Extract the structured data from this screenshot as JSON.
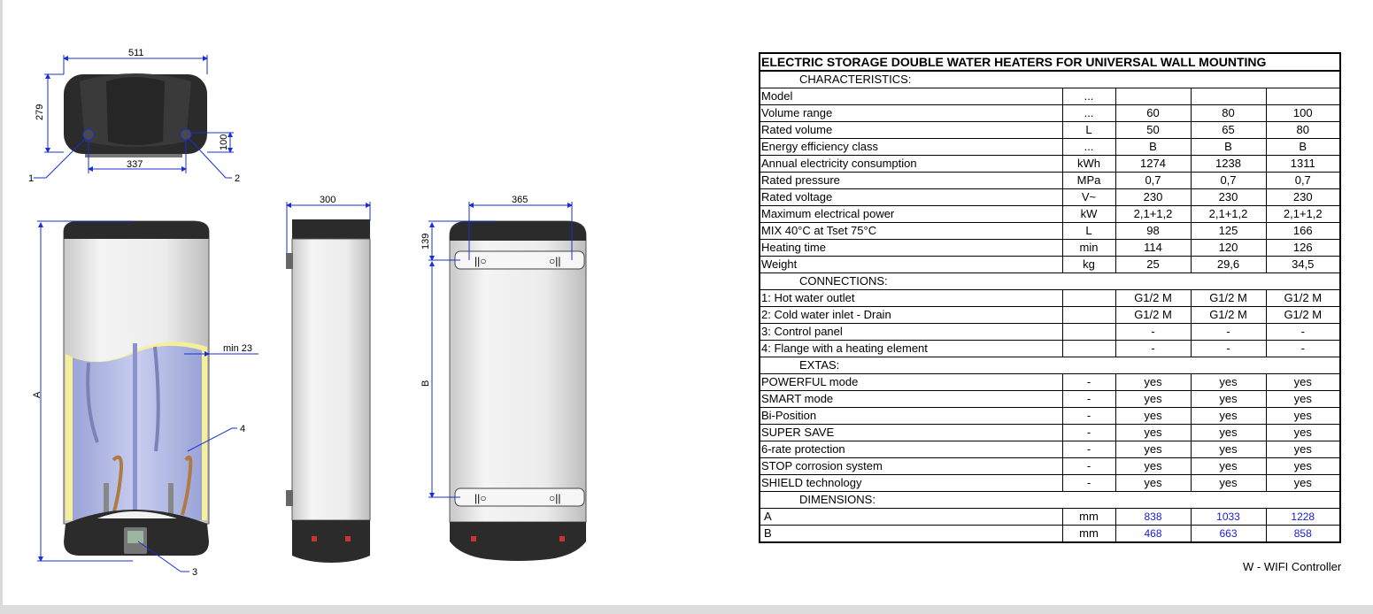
{
  "drawing": {
    "labels": {
      "top_width": "511",
      "top_height": "279",
      "top_connections_spacing": "337",
      "top_connection_height": "100",
      "front_height": "A",
      "side_width": "300",
      "back_width": "365",
      "back_top_offset": "139",
      "back_mount_spacing": "B",
      "min_gap": "min  23",
      "callout_1": "1",
      "callout_2": "2",
      "callout_3": "3",
      "callout_4": "4"
    }
  },
  "table": {
    "title": "ELECTRIC STORAGE DOUBLE WATER HEATERS FOR UNIVERSAL WALL MOUNTING",
    "sections": {
      "characteristics": "CHARACTERISTICS:",
      "connections": "CONNECTIONS:",
      "extras": "EXTAS:",
      "dimensions": "DIMENSIONS:"
    },
    "characteristics_rows": [
      {
        "name": "Model",
        "unit": "...",
        "v1": "",
        "v2": "",
        "v3": ""
      },
      {
        "name": "Volume range",
        "unit": "...",
        "v1": "60",
        "v2": "80",
        "v3": "100"
      },
      {
        "name": "Rated volume",
        "unit": "L",
        "v1": "50",
        "v2": "65",
        "v3": "80"
      },
      {
        "name": "Energy efficiency class",
        "unit": "...",
        "v1": "B",
        "v2": "B",
        "v3": "B"
      },
      {
        "name": "Annual electricity consumption",
        "unit": "kWh",
        "v1": "1274",
        "v2": "1238",
        "v3": "1311"
      },
      {
        "name": "Rated pressure",
        "unit": "MPa",
        "v1": "0,7",
        "v2": "0,7",
        "v3": "0,7"
      },
      {
        "name": "Rated voltage",
        "unit": "V~",
        "v1": "230",
        "v2": "230",
        "v3": "230"
      },
      {
        "name": "Maximum electrical power",
        "unit": "kW",
        "v1": "2,1+1,2",
        "v2": "2,1+1,2",
        "v3": "2,1+1,2"
      },
      {
        "name": "MIX 40°C at Tset 75°C",
        "unit": "L",
        "v1": "98",
        "v2": "125",
        "v3": "166"
      },
      {
        "name": "Heating time",
        "unit": "min",
        "v1": "114",
        "v2": "120",
        "v3": "126"
      },
      {
        "name": "Weight",
        "unit": "kg",
        "v1": "25",
        "v2": "29,6",
        "v3": "34,5"
      }
    ],
    "connections_rows": [
      {
        "name": "1: Hot water outlet",
        "unit": "",
        "v1": "G1/2 M",
        "v2": "G1/2 M",
        "v3": "G1/2 M"
      },
      {
        "name": "2: Cold water inlet - Drain",
        "unit": "",
        "v1": "G1/2 M",
        "v2": "G1/2 M",
        "v3": "G1/2 M"
      },
      {
        "name": "3: Control panel",
        "unit": "",
        "v1": "-",
        "v2": "-",
        "v3": "-"
      },
      {
        "name": "4: Flange with a heating element",
        "unit": "",
        "v1": "-",
        "v2": "-",
        "v3": "-"
      }
    ],
    "extras_rows": [
      {
        "name": "POWERFUL mode",
        "unit": "-",
        "v1": "yes",
        "v2": "yes",
        "v3": "yes"
      },
      {
        "name": "SMART mode",
        "unit": "-",
        "v1": "yes",
        "v2": "yes",
        "v3": "yes"
      },
      {
        "name": "Bi-Position",
        "unit": "-",
        "v1": "yes",
        "v2": "yes",
        "v3": "yes"
      },
      {
        "name": "SUPER SAVE",
        "unit": "-",
        "v1": "yes",
        "v2": "yes",
        "v3": "yes"
      },
      {
        "name": "6-rate protection",
        "unit": "-",
        "v1": "yes",
        "v2": "yes",
        "v3": "yes"
      },
      {
        "name": "STOP corrosion system",
        "unit": "-",
        "v1": "yes",
        "v2": "yes",
        "v3": "yes"
      },
      {
        "name": "SHIELD technology",
        "unit": "-",
        "v1": "yes",
        "v2": "yes",
        "v3": "yes"
      }
    ],
    "dimensions_rows": [
      {
        "name": "A",
        "unit": "mm",
        "v1": "838",
        "v2": "1033",
        "v3": "1228"
      },
      {
        "name": "B",
        "unit": "mm",
        "v1": "468",
        "v2": "663",
        "v3": "858"
      }
    ]
  },
  "footnote": "W - WIFI Controller"
}
